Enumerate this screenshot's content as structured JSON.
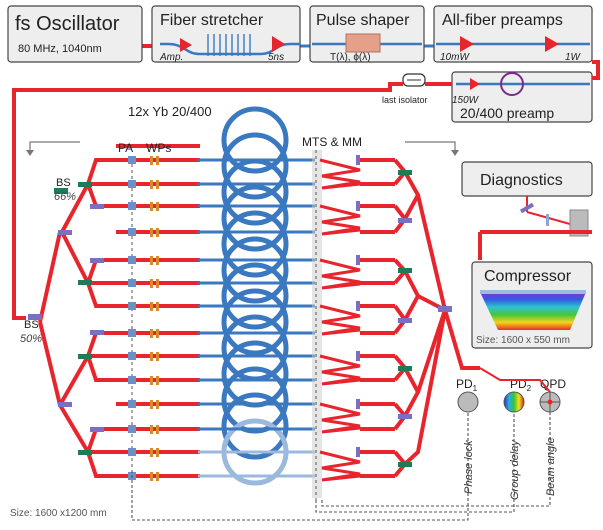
{
  "top_chain": {
    "oscillator": {
      "title": "fs Oscillator",
      "spec": "80 MHz, 1040nm"
    },
    "stretcher": {
      "title": "Fiber stretcher",
      "amp": "Amp.",
      "duration": "5ns"
    },
    "shaper": {
      "title": "Pulse shaper",
      "formula": "T(λ), ϕ(λ)"
    },
    "preamps": {
      "title": "All-fiber preamps",
      "p_in": "10mW",
      "p_out": "1W"
    }
  },
  "preamp2": {
    "isolator": "last isolator",
    "power": "150W",
    "label": "20/400 preamp"
  },
  "array": {
    "amps_label": "12x Yb 20/400",
    "pa_label": "PA",
    "wps_label": "WPs",
    "mts_label": "MTS & MM",
    "bs_top": {
      "name": "BS",
      "ratio": "66%"
    },
    "bs_mid": {
      "name": "BS",
      "ratio": "50%"
    },
    "size": "Size: 1600 x1200 mm"
  },
  "diagnostics": {
    "label": "Diagnostics"
  },
  "compressor": {
    "label": "Compressor",
    "size": "Size: 1600 x 550 mm"
  },
  "detectors": {
    "pd1": {
      "name": "PD",
      "sub": "1",
      "signal": "Phase lock"
    },
    "pd2": {
      "name": "PD",
      "sub": "2",
      "signal": "Group delay"
    },
    "qpd": {
      "name": "QPD",
      "signal": "Beam angle"
    }
  },
  "colors": {
    "beam": "#e8242c",
    "fiber": "#3a78c0",
    "box_fill": "#eeeeee",
    "box_stroke": "#444444",
    "optic_purple": "#7a6fc0",
    "optic_green": "#1f7a5a",
    "waveplate": "#d98a2e",
    "dashed": "#555555"
  }
}
